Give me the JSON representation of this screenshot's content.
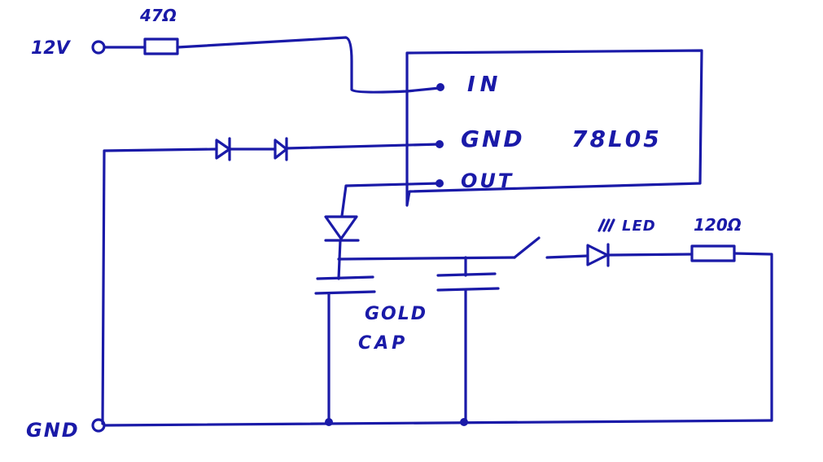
{
  "labels": {
    "input_voltage": "12V",
    "resistor_1": "47Ω",
    "pin_in": "IN",
    "pin_gnd": "GND",
    "pin_out": "OUT",
    "regulator": "78L05",
    "gold_cap_line1": "GOLD",
    "gold_cap_line2": "CAP",
    "led": "LED",
    "resistor_2": "120Ω",
    "ground": "GND"
  },
  "colors": {
    "ink": "#1a1aa8",
    "background": "#ffffff"
  }
}
